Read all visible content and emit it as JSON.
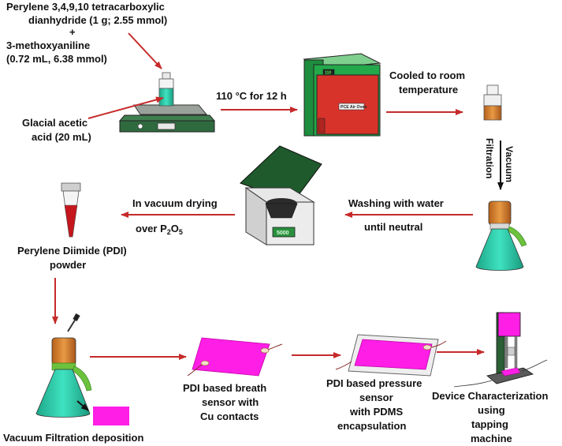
{
  "reagents": {
    "line1": "Perylene 3,4,9,10 tetracarboxylic",
    "line2": "dianhydride (1 g; 2.55 mmol)",
    "plus": "+",
    "line3": "3-methoxyaniline",
    "line4": "(0.72 mL, 6.38 mmol)"
  },
  "solvent": {
    "line1": "Glacial acetic",
    "line2": "acid (20 mL)"
  },
  "steps": {
    "heating": "110 °C for 12 h",
    "oven_label": "PCE Air Oven",
    "oven_display": "110",
    "cooling_line1": "Cooled to room",
    "cooling_line2": "temperature",
    "vacuum_line1": "Vacuum",
    "vacuum_line2": "Filtration",
    "washing_line1": "Washing with water",
    "washing_line2": "until neutral",
    "centrifuge_display": "5000",
    "drying_line1": "In vacuum drying",
    "drying_line2_prefix": "over P",
    "drying_sub1": "2",
    "drying_mid": "O",
    "drying_sub2": "5"
  },
  "products": {
    "pdi_line1": "Perylene Diimide (PDI)",
    "pdi_line2": "powder",
    "deposition": "Vacuum Filtration deposition",
    "breath_line1": "PDI based breath",
    "breath_line2": "sensor with",
    "breath_line3": "Cu contacts",
    "pressure_line1": "PDI based pressure",
    "pressure_line2": "sensor",
    "pressure_line3": "with PDMS",
    "pressure_line4": "encapsulation",
    "device_line1": "Device Characterization",
    "device_line2": "using",
    "device_line3": "tapping",
    "device_line4": "machine"
  },
  "colors": {
    "arrow": "#c62a2a",
    "teal": "#27c9a8",
    "magenta": "#ff1ee6",
    "oven_red": "#d8332b",
    "oven_green": "#23a84a",
    "base_green": "#2f6a3f",
    "funnel_orange": "#d5802a",
    "ribbon_green": "#6cc23c",
    "dark_green": "#2b5f35"
  }
}
